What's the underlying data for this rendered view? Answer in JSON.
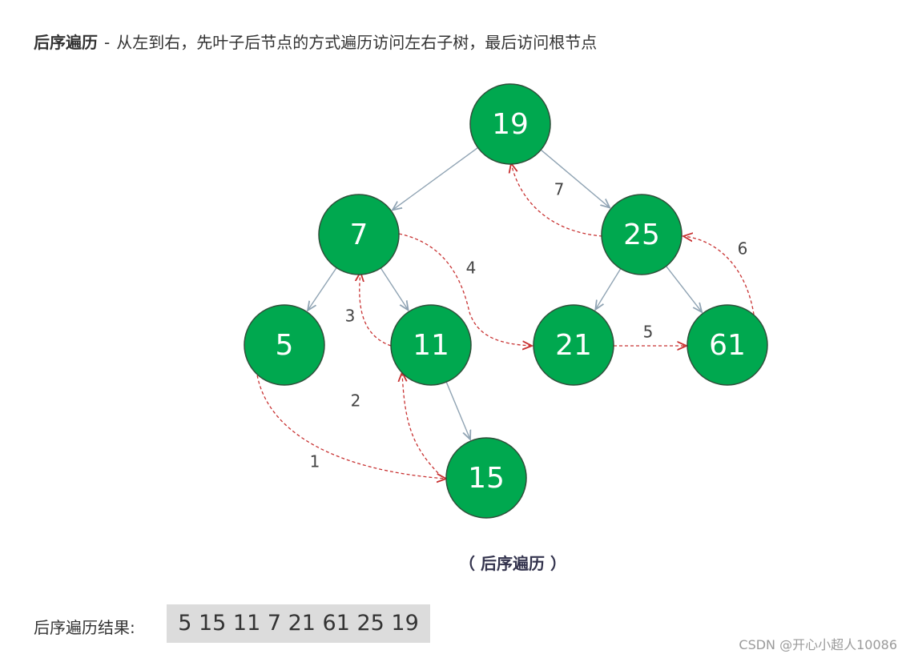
{
  "heading": {
    "term": "后序遍历",
    "separator": "-",
    "description": "从左到右，先叶子后节点的方式遍历访问左右子树，最后访问根节点"
  },
  "tree": {
    "nodes": [
      {
        "id": "n19",
        "value": "19"
      },
      {
        "id": "n7",
        "value": "7"
      },
      {
        "id": "n25",
        "value": "25"
      },
      {
        "id": "n5",
        "value": "5"
      },
      {
        "id": "n11",
        "value": "11"
      },
      {
        "id": "n21",
        "value": "21"
      },
      {
        "id": "n61",
        "value": "61"
      },
      {
        "id": "n15",
        "value": "15"
      }
    ],
    "edges": [
      {
        "from": "n19",
        "to": "n7"
      },
      {
        "from": "n19",
        "to": "n25"
      },
      {
        "from": "n7",
        "to": "n5"
      },
      {
        "from": "n7",
        "to": "n11"
      },
      {
        "from": "n25",
        "to": "n21"
      },
      {
        "from": "n25",
        "to": "n61"
      },
      {
        "from": "n11",
        "to": "n15"
      }
    ],
    "steps": [
      {
        "label": "1",
        "from": "n5",
        "to": "n15"
      },
      {
        "label": "2",
        "from": "n15",
        "to": "n11"
      },
      {
        "label": "3",
        "from": "n11",
        "to": "n7"
      },
      {
        "label": "4",
        "from": "n7",
        "to": "n21"
      },
      {
        "label": "5",
        "from": "n21",
        "to": "n61"
      },
      {
        "label": "6",
        "from": "n61",
        "to": "n25"
      },
      {
        "label": "7",
        "from": "n25",
        "to": "n19"
      }
    ],
    "colors": {
      "node_fill": "#00a84f",
      "node_stroke": "#2f4f3a",
      "node_text": "#ffffff",
      "edge": "#8fa3b3",
      "step_arrow": "#c83232",
      "step_label": "#444444"
    }
  },
  "caption": "（ 后序遍历 ）",
  "result": {
    "label": "后序遍历结果:",
    "value": "5 15 11 7 21 61 25 19"
  },
  "watermark": "CSDN @开心小超人10086"
}
